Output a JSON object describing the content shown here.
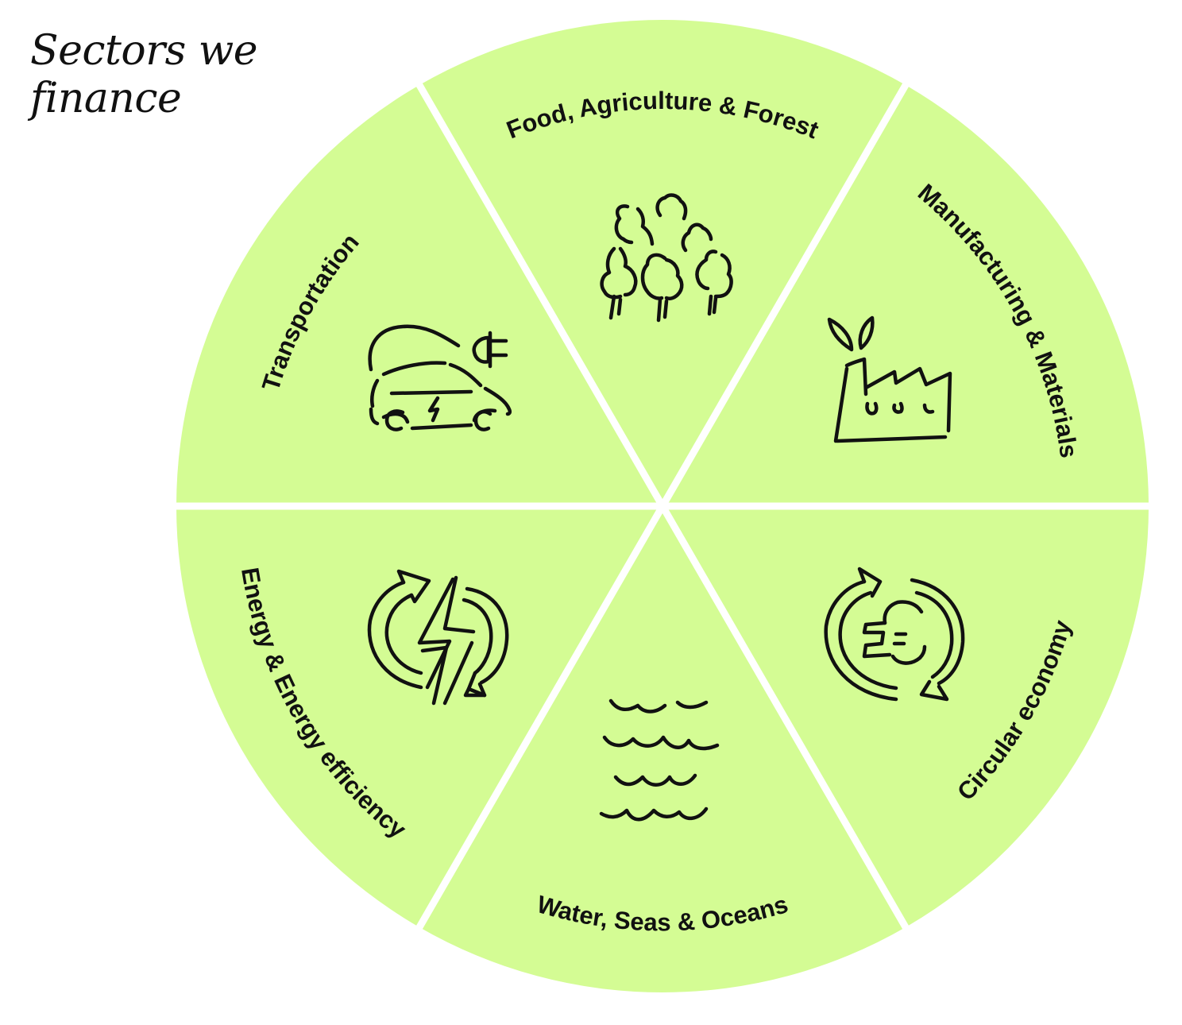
{
  "title": {
    "line1": "Sectors we",
    "line2": "finance"
  },
  "colors": {
    "segment_fill": "#D4FC94",
    "divider": "#ffffff",
    "ink": "#111111"
  },
  "sectors": [
    {
      "label": "Food, Agriculture & Forest",
      "icon": "trees-icon"
    },
    {
      "label": "Manufacturing & Materials",
      "icon": "factory-leaf-icon"
    },
    {
      "label": "Circular economy",
      "icon": "pound-cycle-icon"
    },
    {
      "label": "Water, Seas & Oceans",
      "icon": "waves-icon"
    },
    {
      "label": "Energy & Energy efficiency",
      "icon": "energy-cycle-icon"
    },
    {
      "label": "Transportation",
      "icon": "electric-car-icon"
    }
  ]
}
